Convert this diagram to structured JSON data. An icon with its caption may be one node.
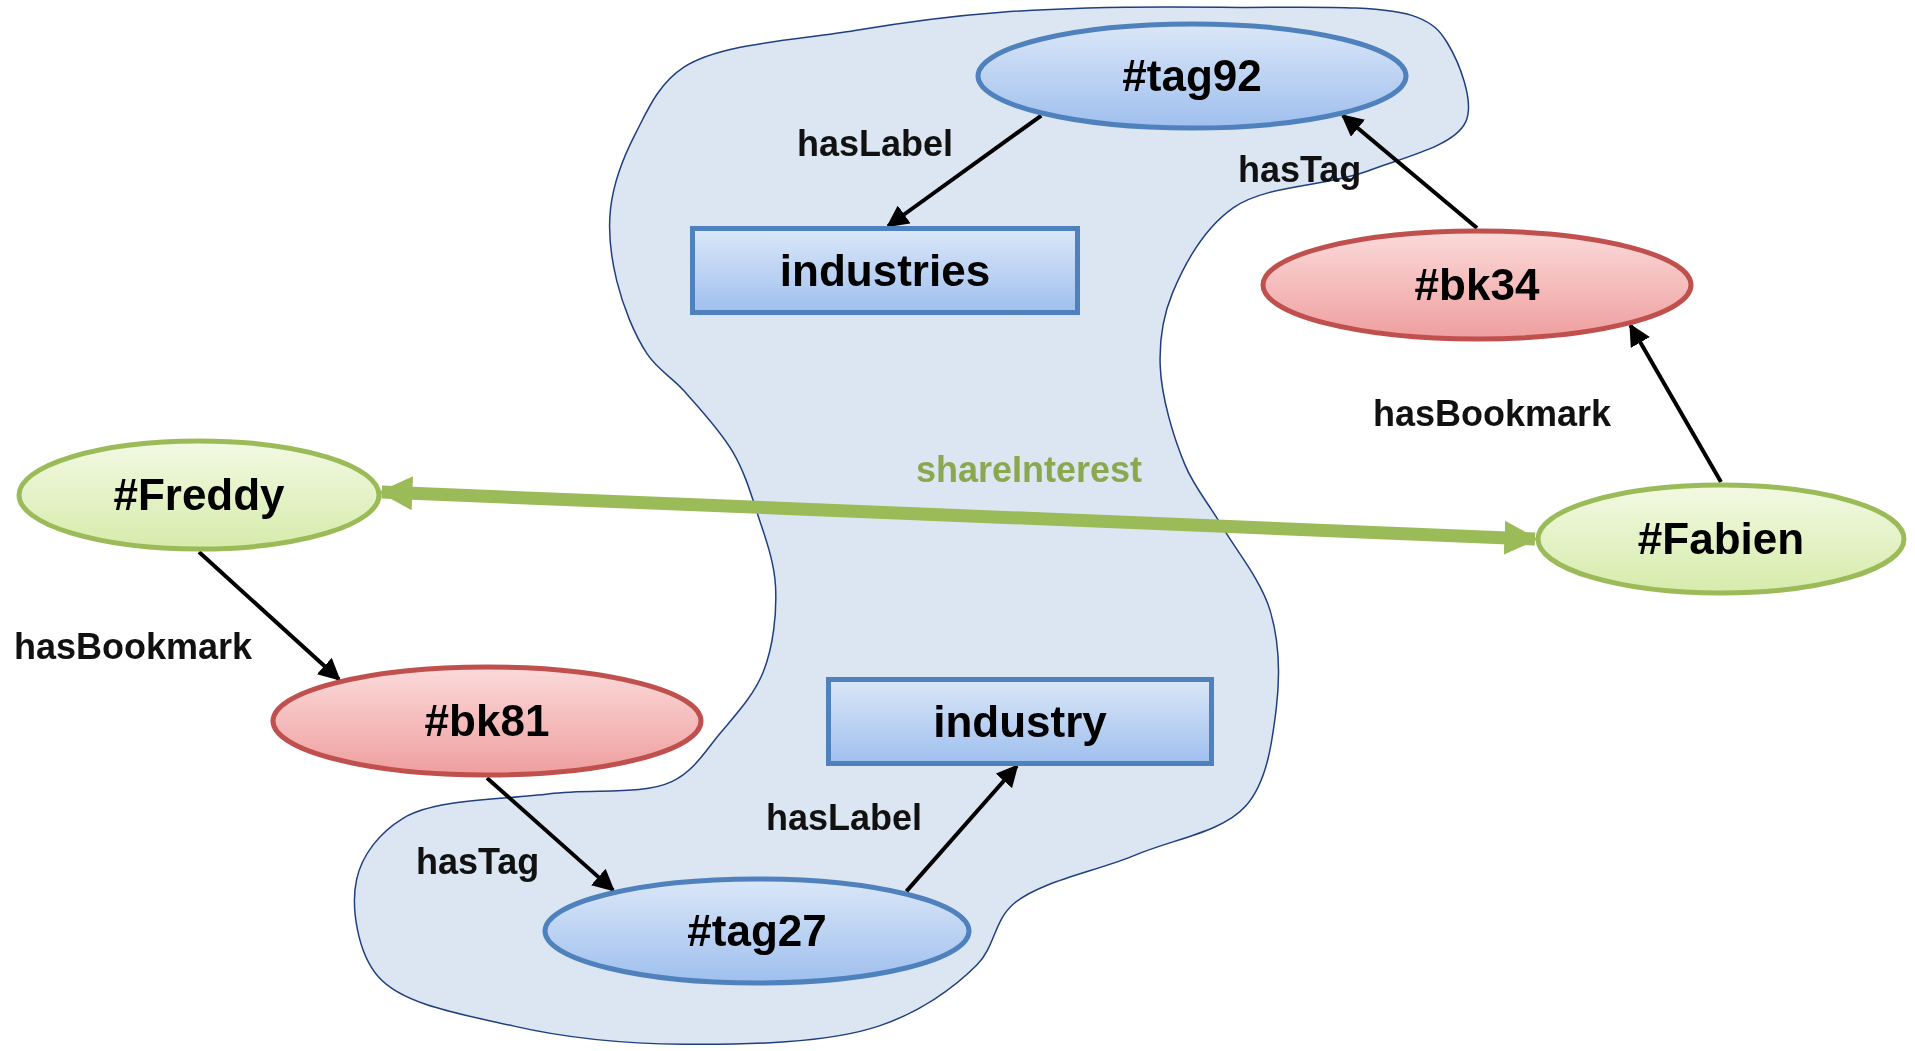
{
  "diagram": {
    "nodes": [
      {
        "text": [
          "#tag92"
        ]
      },
      {
        "text": [
          "industries"
        ]
      },
      {
        "text": [
          "#bk34"
        ]
      },
      {
        "text": [
          "#Freddy"
        ]
      },
      {
        "text": [
          "#Fabien"
        ]
      },
      {
        "text": [
          "#bk81"
        ]
      },
      {
        "text": [
          "industry"
        ]
      },
      {
        "text": [
          "#tag27"
        ]
      }
    ],
    "edges": [
      {
        "from": 0,
        "to": 1,
        "arrow": "to",
        "label": "hasLabel"
      },
      {
        "from": 2,
        "to": 0,
        "arrow": "to",
        "label": "hasTag"
      },
      {
        "from": 4,
        "to": 2,
        "arrow": "to",
        "label": "hasBookmark"
      },
      {
        "from": 3,
        "to": 4,
        "arrow": "both",
        "label": "shareInterest",
        "style": "thick",
        "color": "#9bbb59"
      },
      {
        "from": 3,
        "to": 5,
        "arrow": "to",
        "label": "hasBookmark"
      },
      {
        "from": 5,
        "to": 7,
        "arrow": "to",
        "label": "hasTag"
      },
      {
        "from": 7,
        "to": 6,
        "arrow": "to",
        "label": "hasLabel"
      }
    ]
  }
}
